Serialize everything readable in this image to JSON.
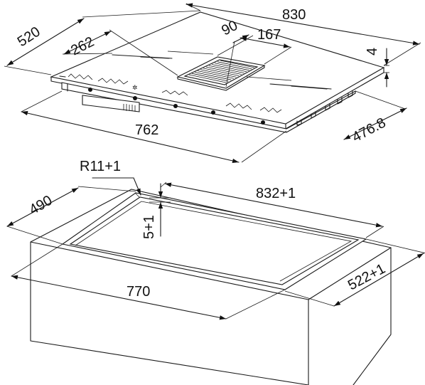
{
  "hob": {
    "overall_width": "830",
    "overall_depth": "520",
    "front_zone_depth": "262",
    "vent_depth": "90",
    "vent_width": "167",
    "glass_thickness": "4",
    "base_width": "762",
    "base_depth": "476.8"
  },
  "cutout": {
    "corner_radius": "R11+1",
    "recess_depth": "5+1",
    "recess_width": "832+1",
    "recess_length": "522+1",
    "cutout_depth": "490",
    "cutout_width": "770"
  }
}
